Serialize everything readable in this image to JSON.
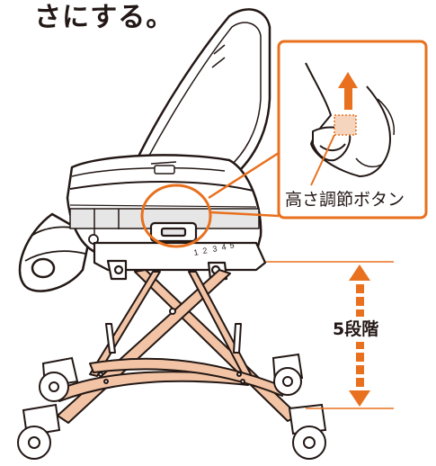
{
  "heading": "さにする。",
  "callout": {
    "label": "高さ調節ボタン"
  },
  "height_indicator": {
    "label": "5段階",
    "levels": [
      "1",
      "2",
      "3",
      "4",
      "5"
    ]
  },
  "colors": {
    "accent": "#E8701E",
    "frame": "#F2C4A5",
    "ink": "#231815",
    "seat_gray": "#E6E6E6"
  },
  "icons": [
    "hand-pressing-icon",
    "up-arrow-icon",
    "double-arrow-icon",
    "caster-wheel-icon"
  ]
}
